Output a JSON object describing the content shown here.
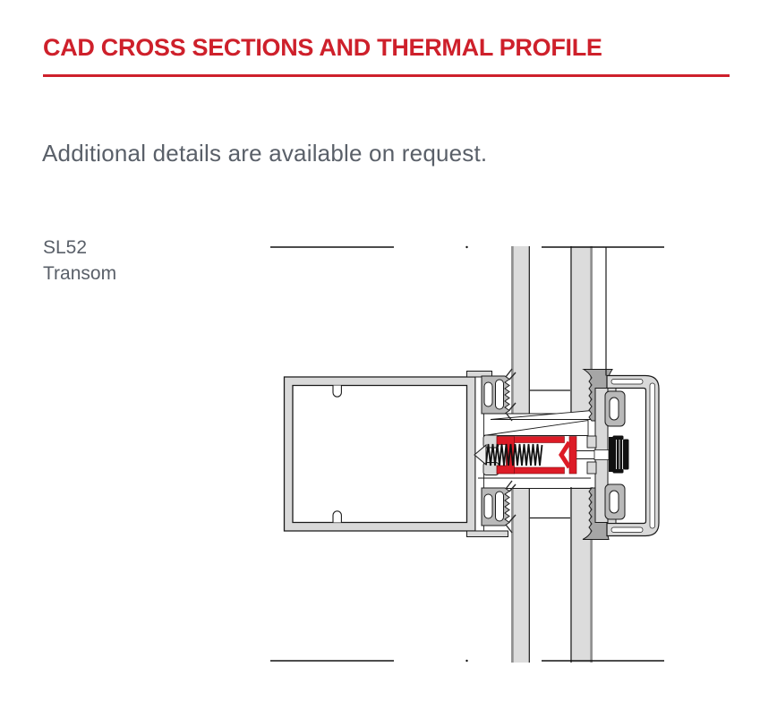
{
  "header": {
    "title": "CAD CROSS SECTIONS AND THERMAL PROFILE",
    "accent_color": "#CE202B"
  },
  "intro": {
    "text": "Additional details are available on request."
  },
  "figure": {
    "label_line1": "SL52",
    "label_line2": "Transom",
    "type": "cad-cross-section",
    "description": "Horizontal cross section of SL52 curtain wall transom with double glazing, glazing gaskets, thermal break isolator, fixing screw, pressure plate and exterior cap",
    "parts": [
      "upper-glass-unit",
      "lower-glass-unit",
      "transom-box-profile",
      "glazing-gaskets",
      "exterior-glazing-gaskets",
      "thermal-break-isolator",
      "fixing-screw",
      "pressure-plate",
      "exterior-cap-profile",
      "hex-bolt",
      "section-break-lines"
    ],
    "colors": {
      "profile_gray": "#D9D9D9",
      "glass_gray": "#DCDCDC",
      "gasket_gray": "#B9B9B9",
      "dark_gasket_gray": "#A6A6A6",
      "thermal_break_red": "#DD1B26",
      "outline": "#1A1A1A",
      "body_text": "#5A6069"
    }
  }
}
